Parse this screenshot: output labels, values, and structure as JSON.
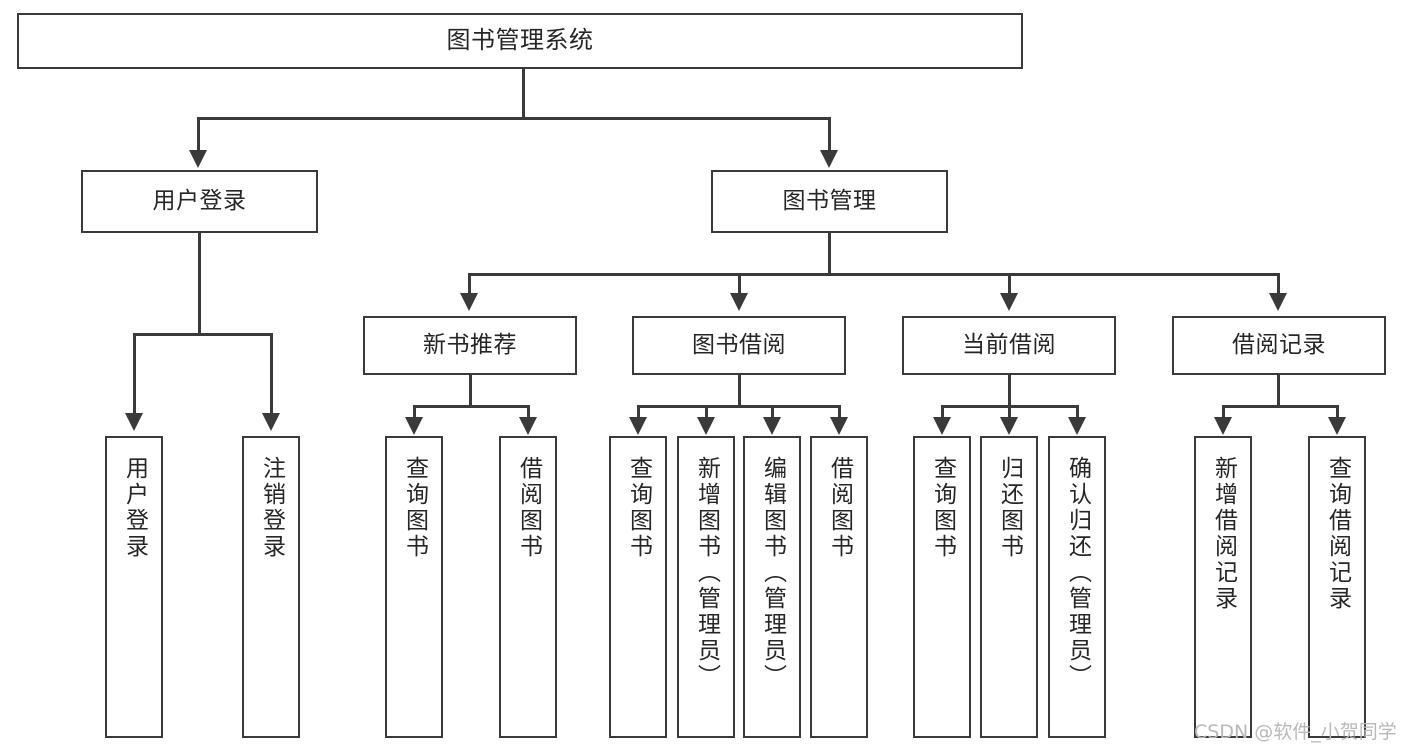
{
  "diagram": {
    "title": "图书管理系统",
    "type": "tree-hierarchy-diagram",
    "root": {
      "label": "图书管理系统"
    },
    "level2": [
      {
        "label": "用户登录"
      },
      {
        "label": "图书管理"
      }
    ],
    "level3": [
      {
        "label": "新书推荐"
      },
      {
        "label": "图书借阅"
      },
      {
        "label": "当前借阅"
      },
      {
        "label": "借阅记录"
      }
    ],
    "leaves": {
      "user_login": [
        {
          "label": "用户登录"
        },
        {
          "label": "注销登录"
        }
      ],
      "new_book_recommend": [
        {
          "label": "查询图书"
        },
        {
          "label": "借阅图书"
        }
      ],
      "book_borrow": [
        {
          "label": "查询图书"
        },
        {
          "label": "新增图书（管理员）"
        },
        {
          "label": "编辑图书（管理员）"
        },
        {
          "label": "借阅图书"
        }
      ],
      "current_borrow": [
        {
          "label": "查询图书"
        },
        {
          "label": "归还图书"
        },
        {
          "label": "确认归还（管理员）"
        }
      ],
      "borrow_record": [
        {
          "label": "新增借阅记录"
        },
        {
          "label": "查询借阅记录"
        }
      ]
    }
  },
  "watermark": {
    "text": "CSDN @软件_小贺同学"
  },
  "colors": {
    "stroke": "#3a3a3a",
    "text": "#262626",
    "background": "#ffffff",
    "watermark": "#b9b9b9"
  }
}
